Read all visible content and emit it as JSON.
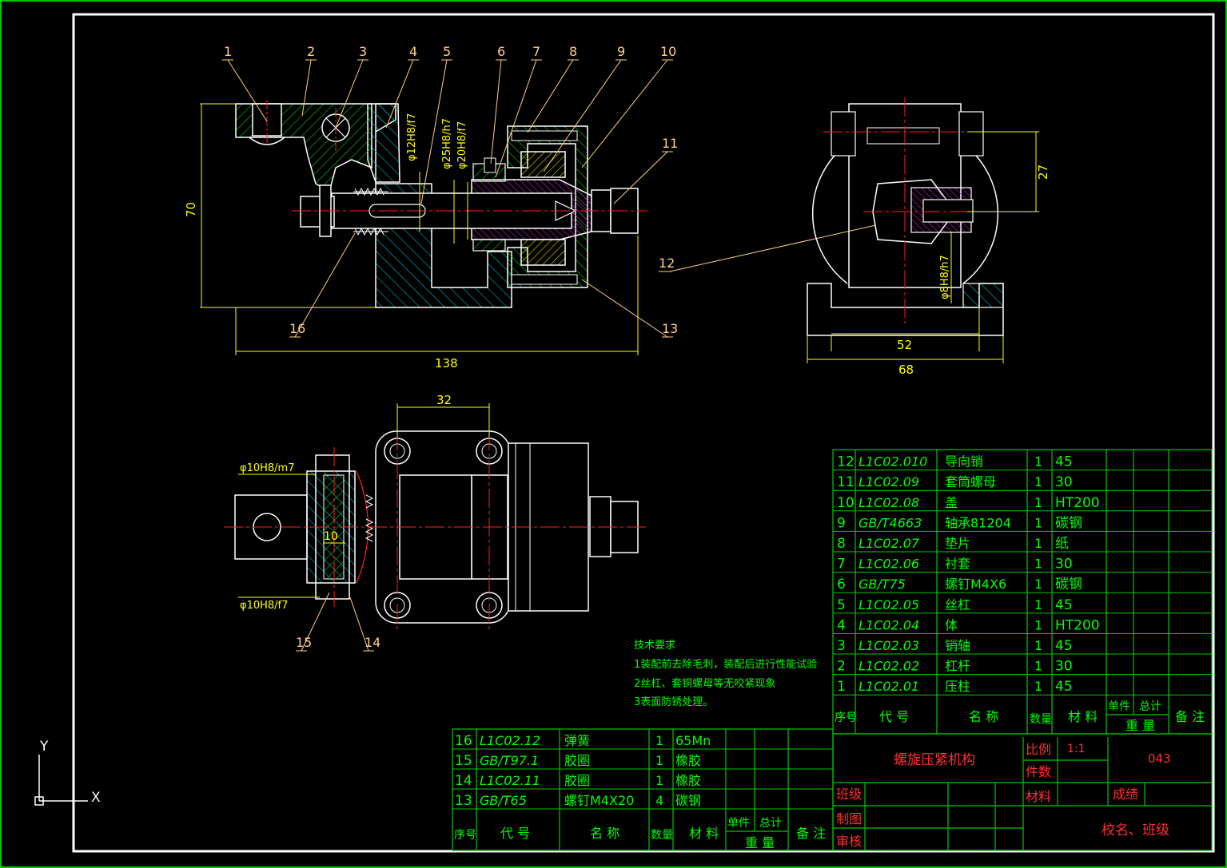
{
  "colors": {
    "background": "#000000",
    "frame": "#ffffff",
    "outer_border": "#00c800",
    "table_line": "#00c800",
    "table_text": "#00ff00",
    "title_text": "#ff3030",
    "dimension": "#ffff00",
    "leader": "#ffd080",
    "part_outline": "#ffffff",
    "center_line": "#ff2020",
    "hatch_green": "#00d000",
    "hatch_cyan": "#00b4b4",
    "hatch_yellow": "#d8d800",
    "hatch_magenta": "#d020d0",
    "notes_text": "#00ff00"
  },
  "front_view": {
    "balloons": [
      "1",
      "2",
      "3",
      "4",
      "5",
      "6",
      "7",
      "8",
      "9",
      "10",
      "11",
      "12",
      "13",
      "16"
    ],
    "dims": {
      "height": "70",
      "width": "138",
      "fit_pin": "φ12H8/f7",
      "fit_screw_1": "φ25H8/h7",
      "fit_screw_2": "φ20H8/f7"
    }
  },
  "side_view": {
    "dims": {
      "height": "27",
      "fit": "φ8H8/h7",
      "inner_width": "52",
      "outer_width": "68"
    }
  },
  "top_view": {
    "balloons": [
      "14",
      "15"
    ],
    "dims": {
      "spacing": "32",
      "gap": "10",
      "fit_1": "φ10H8/m7",
      "fit_2": "φ10H8/f7"
    }
  },
  "tech_notes": {
    "title": "技术要求",
    "lines": [
      "1装配前去除毛刺，装配后进行性能试验",
      "2丝杠、套铜螺母等无咬紧现象",
      "3表面防锈处理。"
    ]
  },
  "bom_upper": {
    "rows": [
      {
        "no": "12",
        "code": "L1C02.010",
        "name": "导向销",
        "qty": "1",
        "material": "45"
      },
      {
        "no": "11",
        "code": "L1C02.09",
        "name": "套筒螺母",
        "qty": "1",
        "material": "30"
      },
      {
        "no": "10",
        "code": "L1C02.08",
        "name": "盖",
        "qty": "1",
        "material": "HT200"
      },
      {
        "no": "9",
        "code": "GB/T4663",
        "name": "轴承81204",
        "qty": "1",
        "material": "碳钢"
      },
      {
        "no": "8",
        "code": "L1C02.07",
        "name": "垫片",
        "qty": "1",
        "material": "纸"
      },
      {
        "no": "7",
        "code": "L1C02.06",
        "name": "衬套",
        "qty": "1",
        "material": "30"
      },
      {
        "no": "6",
        "code": "GB/T75",
        "name": "螺钉M4X6",
        "qty": "1",
        "material": "碳钢"
      },
      {
        "no": "5",
        "code": "L1C02.05",
        "name": "丝杠",
        "qty": "1",
        "material": "45"
      },
      {
        "no": "4",
        "code": "L1C02.04",
        "name": "体",
        "qty": "1",
        "material": "HT200"
      },
      {
        "no": "3",
        "code": "L1C02.03",
        "name": "销轴",
        "qty": "1",
        "material": "45"
      },
      {
        "no": "2",
        "code": "L1C02.02",
        "name": "杠杆",
        "qty": "1",
        "material": "30"
      },
      {
        "no": "1",
        "code": "L1C02.01",
        "name": "压柱",
        "qty": "1",
        "material": "45"
      }
    ],
    "header": {
      "no": "序号",
      "code": "代 号",
      "name": "名 称",
      "qty": "数量",
      "material": "材 料",
      "unit": "单件",
      "total": "总计",
      "weight": "重 量",
      "remark": "备 注"
    }
  },
  "bom_lower": {
    "rows": [
      {
        "no": "16",
        "code": "L1C02.12",
        "name": "弹簧",
        "qty": "1",
        "material": "65Mn"
      },
      {
        "no": "15",
        "code": "GB/T97.1",
        "name": "胶圈",
        "qty": "1",
        "material": "橡胶"
      },
      {
        "no": "14",
        "code": "L1C02.11",
        "name": "胶圈",
        "qty": "1",
        "material": "橡胶"
      },
      {
        "no": "13",
        "code": "GB/T65",
        "name": "螺钉M4X20",
        "qty": "4",
        "material": "碳钢"
      }
    ],
    "header": {
      "no": "序号",
      "code": "代 号",
      "name": "名 称",
      "qty": "数量",
      "material": "材 料",
      "unit": "单件",
      "total": "总计",
      "weight": "重 量",
      "remark": "备 注"
    }
  },
  "title_block": {
    "title": "螺旋压紧机构",
    "scale_label": "比例",
    "scale_value": "1:1",
    "count_label": "件数",
    "drawing_no": "043",
    "class_label": "班级",
    "material_label": "材料",
    "grade_label": "成绩",
    "drawn_label": "制图",
    "review_label": "审核",
    "school": "校名、班级"
  },
  "ucs": {
    "x_label": "X",
    "y_label": "Y"
  }
}
